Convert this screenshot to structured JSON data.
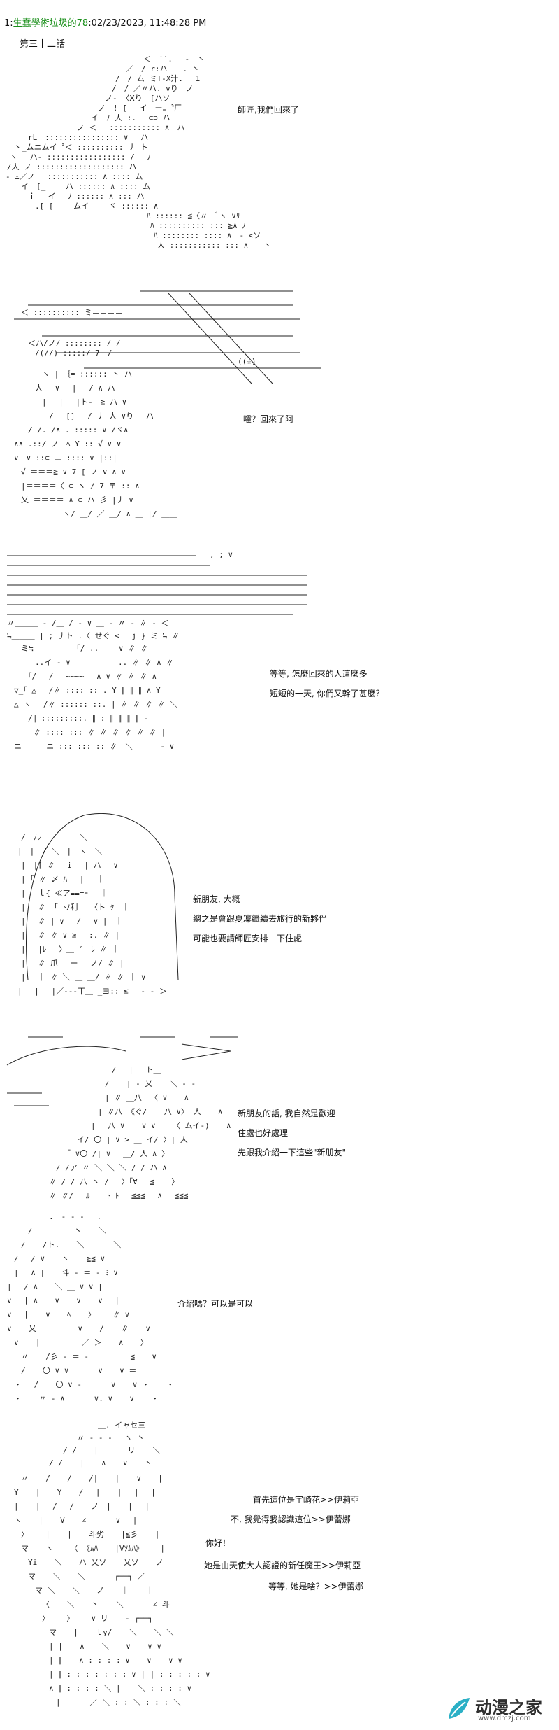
{
  "header": {
    "num": "1:",
    "name": "生蠢學術垃圾的78",
    "date": ":02/23/2023, 11:48:28 PM"
  },
  "chapter": "第三十二話",
  "panels": [
    {
      "lines": [
        "師匠,我們回來了"
      ]
    },
    {
      "lines": [
        "嚯？回來了阿"
      ]
    },
    {
      "lines": [
        "等等, 怎麼回來的人這麼多",
        "短短的一天, 你們又幹了甚麼？"
      ]
    },
    {
      "lines": [
        "新朋友, 大概",
        "總之是會跟夏凜繼續去旅行的新夥伴",
        "可能也要請師匠安排一下住處"
      ]
    },
    {
      "lines": [
        "新朋友的話, 我自然是歡迎",
        "住處也好處理",
        "先跟我介紹一下這些\"新朋友\""
      ]
    },
    {
      "lines": [
        "介紹嗎？可以是可以"
      ]
    },
    {
      "lines": [
        "首先這位是宇崎花>>伊莉亞",
        "不, 我覺得我認識這位>>伊蕾娜",
        "你好！",
        "她是由天使大人認證的新任魔王>>伊莉亞",
        "等等, 她是啥？>>伊蕾娜"
      ]
    }
  ],
  "logo": {
    "brand": "动漫之家",
    "url": "www.dmzj.com",
    "colors": {
      "teal": "#2bb0c6",
      "dark": "#2f2f2f"
    }
  }
}
